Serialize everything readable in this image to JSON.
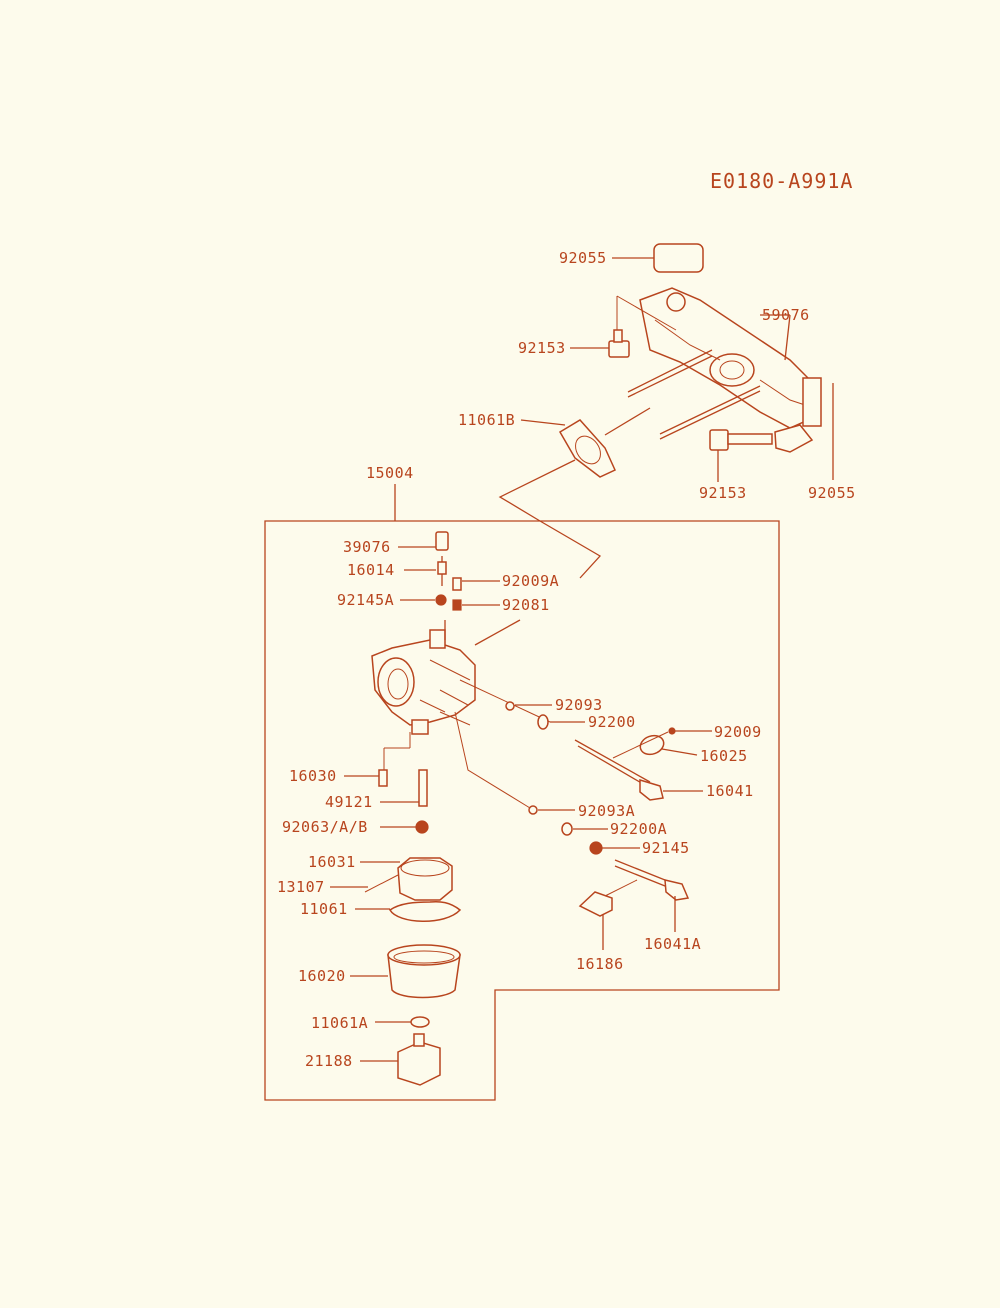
{
  "diagram_id": "E0180-A991A",
  "colors": {
    "ink": "#b8451e",
    "background": "#fdfbec"
  },
  "labels": {
    "p92055_top": "92055",
    "p59076": "59076",
    "p92153_left": "92153",
    "p11061B": "11061B",
    "p92153_bottom": "92153",
    "p92055_right": "92055",
    "p15004": "15004",
    "p39076": "39076",
    "p16014": "16014",
    "p92009A": "92009A",
    "p92145A": "92145A",
    "p92081": "92081",
    "p92093": "92093",
    "p92200": "92200",
    "p92009": "92009",
    "p16025": "16025",
    "p16030": "16030",
    "p16041": "16041",
    "p49121": "49121",
    "p92093A": "92093A",
    "p92063": "92063/A/B",
    "p92200A": "92200A",
    "p16031": "16031",
    "p92145": "92145",
    "p13107": "13107",
    "p11061": "11061",
    "p16041A": "16041A",
    "p16186": "16186",
    "p16020": "16020",
    "p11061A": "11061A",
    "p21188": "21188"
  }
}
